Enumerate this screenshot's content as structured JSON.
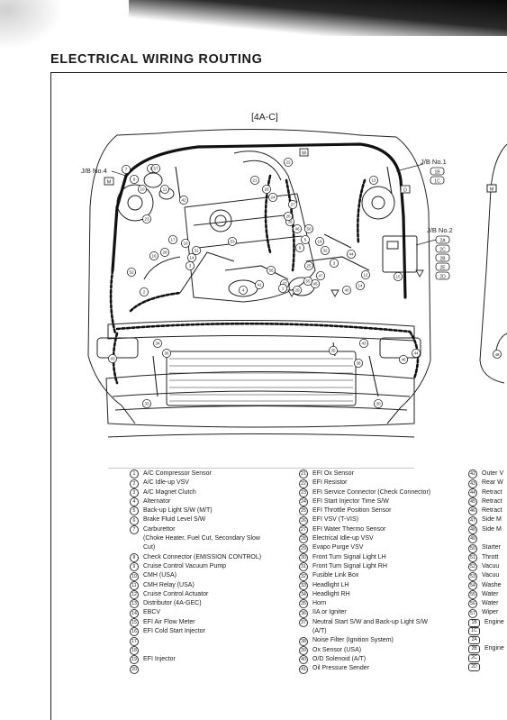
{
  "page_title": "ELECTRICAL WIRING ROUTING",
  "diagram_label": "[4A-C]",
  "callouts": {
    "jb4": "J/B No.4",
    "jb1": "J/B No.1",
    "jb2": "J/B No.2"
  },
  "legend": {
    "col1": [
      {
        "n": "1",
        "t": "A/C Compressor Sensor"
      },
      {
        "n": "2",
        "t": "A/C Idle-up VSV"
      },
      {
        "n": "3",
        "t": "A/C Magnet Clutch"
      },
      {
        "n": "4",
        "t": "Alternator"
      },
      {
        "n": "5",
        "t": "Back-up Light S/W (M/T)"
      },
      {
        "n": "6",
        "t": "Brake Fluid Level S/W"
      },
      {
        "n": "7",
        "t": "Carburettor"
      },
      {
        "n": "",
        "t": "(Choke Heater, Fuel Cut, Secondary Slow"
      },
      {
        "n": "",
        "t": "Cut)"
      },
      {
        "n": "8",
        "t": "Check Connector (EMISSION CONTROL)"
      },
      {
        "n": "9",
        "t": "Cruise Control Vacuum Pump"
      },
      {
        "n": "10",
        "t": "CMH (USA)"
      },
      {
        "n": "11",
        "t": "CMH Relay (USA)"
      },
      {
        "n": "12",
        "t": "Cruise Control Actuator"
      },
      {
        "n": "13",
        "t": "Distributor (4A-GEC)"
      },
      {
        "n": "14",
        "t": "EBCV"
      },
      {
        "n": "15",
        "t": "EFI Air Flow Meter"
      },
      {
        "n": "16",
        "t": "EFI Cold Start Injector"
      },
      {
        "n": "17",
        "t": ""
      },
      {
        "n": "18",
        "t": ""
      },
      {
        "n": "19",
        "t": "EFI Injector"
      },
      {
        "n": "20",
        "t": ""
      }
    ],
    "col2": [
      {
        "n": "21",
        "t": "EFI Ox Sensor"
      },
      {
        "n": "22",
        "t": "EFI Resistor"
      },
      {
        "n": "23",
        "t": "EFI Service Connector (Check Connector)"
      },
      {
        "n": "24",
        "t": "EFI Start Injector Time S/W"
      },
      {
        "n": "25",
        "t": "EFI Throttle Position Sensor"
      },
      {
        "n": "26",
        "t": "EFI VSV (T-VIS)"
      },
      {
        "n": "27",
        "t": "EFI Water Thermo Sensor"
      },
      {
        "n": "28",
        "t": "Electrical Idle-up VSV"
      },
      {
        "n": "29",
        "t": "Evapo Purge VSV"
      },
      {
        "n": "30",
        "t": "Front Turn Signal Light LH"
      },
      {
        "n": "31",
        "t": "Front Turn Signal Light RH"
      },
      {
        "n": "32",
        "t": "Fusible Link Box"
      },
      {
        "n": "33",
        "t": "Headlight LH"
      },
      {
        "n": "34",
        "t": "Headlight RH"
      },
      {
        "n": "35",
        "t": "Horn"
      },
      {
        "n": "36",
        "t": "IIA or Igniter"
      },
      {
        "n": "37",
        "t": "Neutral Start S/W and Back-up Light S/W"
      },
      {
        "n": "",
        "t": "(A/T)"
      },
      {
        "n": "38",
        "t": "Noise Filter (Ignition System)"
      },
      {
        "n": "39",
        "t": "Ox Sensor (USA)"
      },
      {
        "n": "40",
        "t": "O/D Solenoid (A/T)"
      },
      {
        "n": "41",
        "t": "Oil Pressure Sender"
      }
    ],
    "col3": [
      {
        "n": "42",
        "t": "Outer V"
      },
      {
        "n": "43",
        "t": "Rear W"
      },
      {
        "n": "44",
        "t": "Retract"
      },
      {
        "n": "45",
        "t": "Retract"
      },
      {
        "n": "46",
        "t": "Retract"
      },
      {
        "n": "47",
        "t": "Side M"
      },
      {
        "n": "48",
        "t": "Side M"
      },
      {
        "n": "49",
        "t": ""
      },
      {
        "n": "50",
        "t": "Starter"
      },
      {
        "n": "51",
        "t": "Thrott"
      },
      {
        "n": "52",
        "t": "Vacuu"
      },
      {
        "n": "53",
        "t": "Vacuu"
      },
      {
        "n": "54",
        "t": "Washe"
      },
      {
        "n": "55",
        "t": "Water"
      },
      {
        "n": "56",
        "t": "Water"
      },
      {
        "n": "57",
        "t": "Wiper"
      },
      {
        "n": "1B",
        "t": "Engine",
        "box": true
      },
      {
        "n": "1C",
        "t": "",
        "box": true
      },
      {
        "n": "2A",
        "t": "",
        "box": true
      },
      {
        "n": "2B",
        "t": "Engine",
        "box": true
      },
      {
        "n": "2C",
        "t": "",
        "box": true
      },
      {
        "n": "2D",
        "t": "",
        "box": true
      }
    ]
  }
}
